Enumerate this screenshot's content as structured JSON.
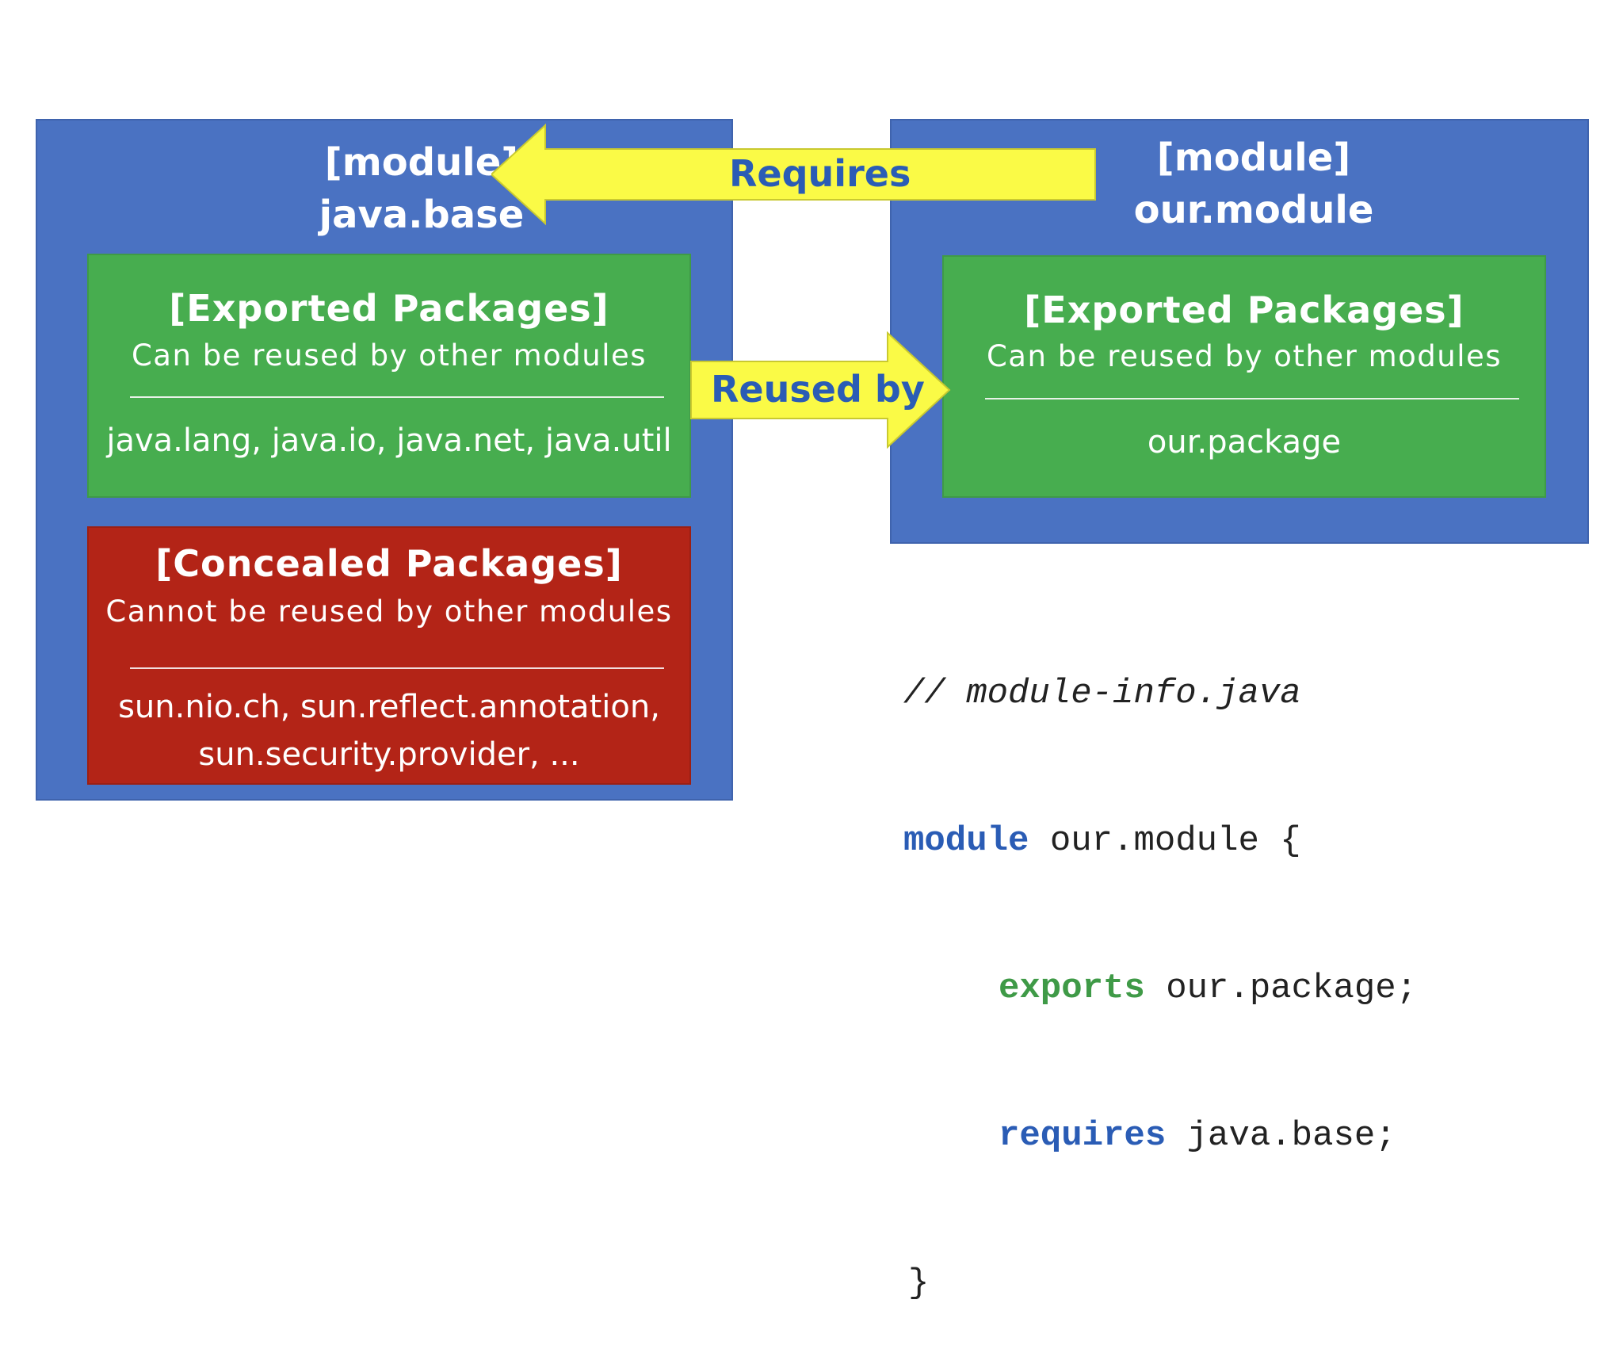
{
  "left_module": {
    "tag": "[module]",
    "name": "java.base",
    "exported": {
      "title": "[Exported  Packages]",
      "subtitle": "Can be reused by other modules",
      "packages": "java.lang, java.io, java.net, java.util"
    },
    "concealed": {
      "title": "[Concealed  Packages]",
      "subtitle": "Cannot be reused by other modules",
      "packages_line1": "sun.nio.ch, sun.reflect.annotation,",
      "packages_line2": "sun.security.provider,  ..."
    }
  },
  "right_module": {
    "tag": "[module]",
    "name": "our.module",
    "exported": {
      "title": "[Exported  Packages]",
      "subtitle": "Can be reused by other modules",
      "packages": "our.package"
    }
  },
  "arrows": {
    "requires": "Requires",
    "reused_by": "Reused by"
  },
  "code": {
    "comment": "// module-info.java",
    "module_kw": "module",
    "module_rest": " our.module {",
    "exports_kw": "exports",
    "exports_rest": " our.package;",
    "requires_kw": "requires",
    "requires_rest": " java.base;",
    "close": "}"
  },
  "colors": {
    "module_blue": "#4a72c2",
    "exported_green": "#47ad4f",
    "concealed_red": "#b32417",
    "arrow_yellow": "#fafa46",
    "label_blue": "#2a5cb5"
  }
}
